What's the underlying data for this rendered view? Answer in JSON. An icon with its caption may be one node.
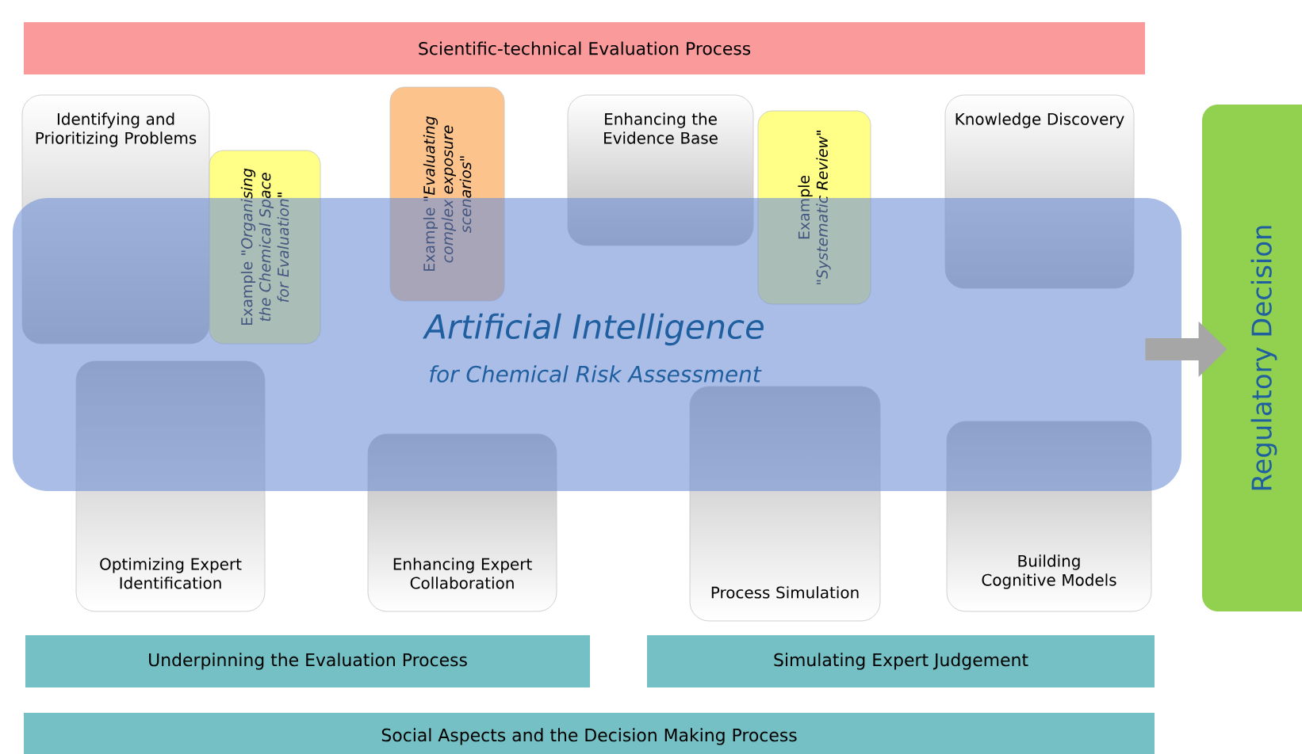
{
  "diagram": {
    "nodes": [
      {
        "text": [
          "Scientific-technical Evaluation Process"
        ]
      },
      {
        "text": [
          "Artificial Intelligence",
          "for Chemical Risk Assessment"
        ]
      },
      {
        "text": [
          "Identifying and Prioritizing Problems"
        ]
      },
      {
        "text": [
          "Example *\"Organising the Chemical Space for Evaluation\"*"
        ]
      },
      {
        "text": [
          "Example *\"Evaluating complex exposure scenarios\"*"
        ]
      },
      {
        "text": [
          "Enhancing the Evidence Base"
        ]
      },
      {
        "text": [
          "Example *\"Systematic Review\"*"
        ]
      },
      {
        "text": [
          "Knowledge Discovery"
        ]
      },
      {
        "text": [
          "Optimizing Expert Identification"
        ]
      },
      {
        "text": [
          "Enhancing Expert Collaboration"
        ]
      },
      {
        "text": [
          "Process Simulation"
        ]
      },
      {
        "text": [
          "Building Cognitive Models"
        ]
      },
      {
        "text": [
          "Regulatory Decision"
        ]
      },
      {
        "text": [
          "Underpinning the Evaluation Process"
        ]
      },
      {
        "text": [
          "Simulating Expert Judgement"
        ]
      },
      {
        "text": [
          "Social Aspects and the Decision Making Process"
        ]
      }
    ],
    "edges": [
      {
        "from": 1,
        "to": 12,
        "arrow": "to"
      }
    ]
  }
}
